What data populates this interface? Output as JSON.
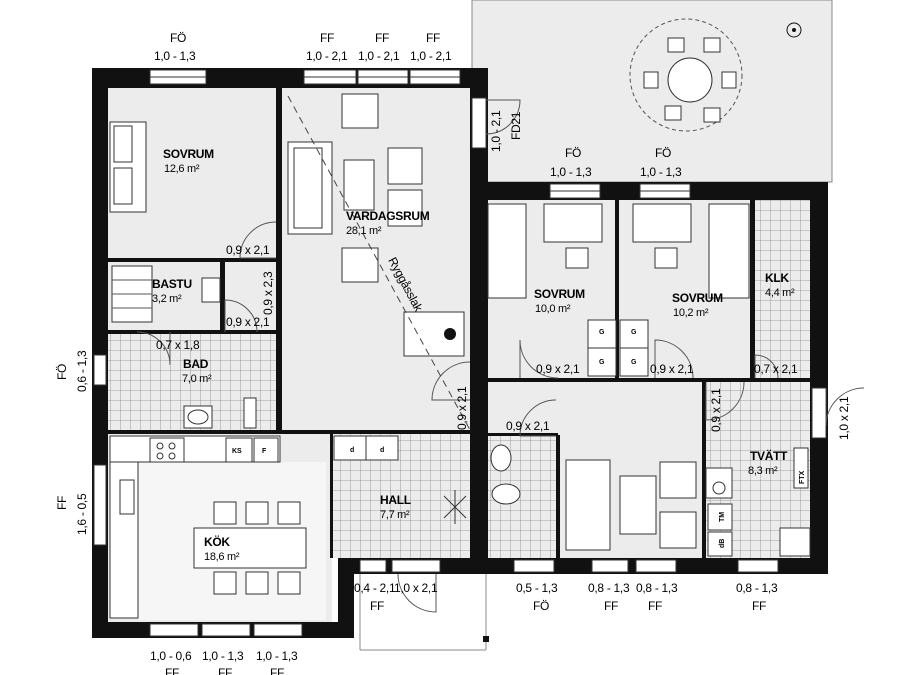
{
  "rooms": {
    "bedroom1": {
      "name": "SOVRUM",
      "area": "12,6 m²"
    },
    "living": {
      "name": "VARDAGSRUM",
      "area": "28,1 m²"
    },
    "sauna": {
      "name": "BASTU",
      "area": "3,2 m²"
    },
    "bath": {
      "name": "BAD",
      "area": "7,0 m²"
    },
    "bedroom2": {
      "name": "SOVRUM",
      "area": "10,0 m²"
    },
    "bedroom3": {
      "name": "SOVRUM",
      "area": "10,2 m²"
    },
    "closet": {
      "name": "KLK",
      "area": "4,4 m²"
    },
    "laundry": {
      "name": "TVÄTT",
      "area": "8,3 m²"
    },
    "hall": {
      "name": "HALL",
      "area": "7,7 m²"
    },
    "kitchen": {
      "name": "KÖK",
      "area": "18,6 m²"
    }
  },
  "annotations": {
    "sloped_ceiling": "Ryggåsslak",
    "ftx": "FTX",
    "ks": "KS",
    "f": "F",
    "g": "G",
    "tm": "TM",
    "db": "dB",
    "d": "d",
    "fd21": "FD21"
  },
  "windows_top": [
    {
      "type": "FÖ",
      "size": "1,0 - 1,3"
    },
    {
      "type": "FF",
      "size": "1,0 - 2,1"
    },
    {
      "type": "FF",
      "size": "1,0 - 2,1"
    },
    {
      "type": "FF",
      "size": "1,0 - 2,1"
    }
  ],
  "windows_mid": [
    {
      "type": "FÖ",
      "size": "1,0 - 1,3"
    },
    {
      "type": "FÖ",
      "size": "1,0 - 1,3"
    }
  ],
  "windows_bottom": [
    {
      "size": "0,4 - 2,1",
      "type": "FF"
    },
    {
      "size": "1,0 x 2,1",
      "type": ""
    },
    {
      "size": "0,5 - 1,3",
      "type": "FÖ"
    },
    {
      "size": "0,8 - 1,3",
      "type": "FF"
    },
    {
      "size": "0,8 - 1,3",
      "type": "FF"
    },
    {
      "size": "0,8 - 1,3",
      "type": "FF"
    }
  ],
  "windows_kitchen_bottom": [
    {
      "size": "1,0 - 0,6",
      "type": "FF"
    },
    {
      "size": "1,0 - 1,3",
      "type": "FF"
    },
    {
      "size": "1,0 - 1,3",
      "type": "FF"
    }
  ],
  "windows_side": {
    "left_top_type": "FÖ",
    "left_top_size": "0,6 - 1,3",
    "left_bottom_type": "FF",
    "left_bottom_size": "1,6 - 0,5",
    "living_east": "1,0 - 2,1",
    "right_door": "1,0 x 2,1"
  },
  "doors": {
    "bedroom1": "0,9 x 2,1",
    "sauna_v": "0,9 x 2,3",
    "sauna_h": "0,9 x 2,1",
    "bath": "0,7 x 1,8",
    "hall_v": "0,9 x 2,1",
    "bedroom2": "0,9 x 2,1",
    "bedroom3": "0,9 x 2,1",
    "closet": "0,7 x 2,1",
    "laundry_v": "0,9 x 2,1",
    "wc": "0,9 x 2,1"
  }
}
